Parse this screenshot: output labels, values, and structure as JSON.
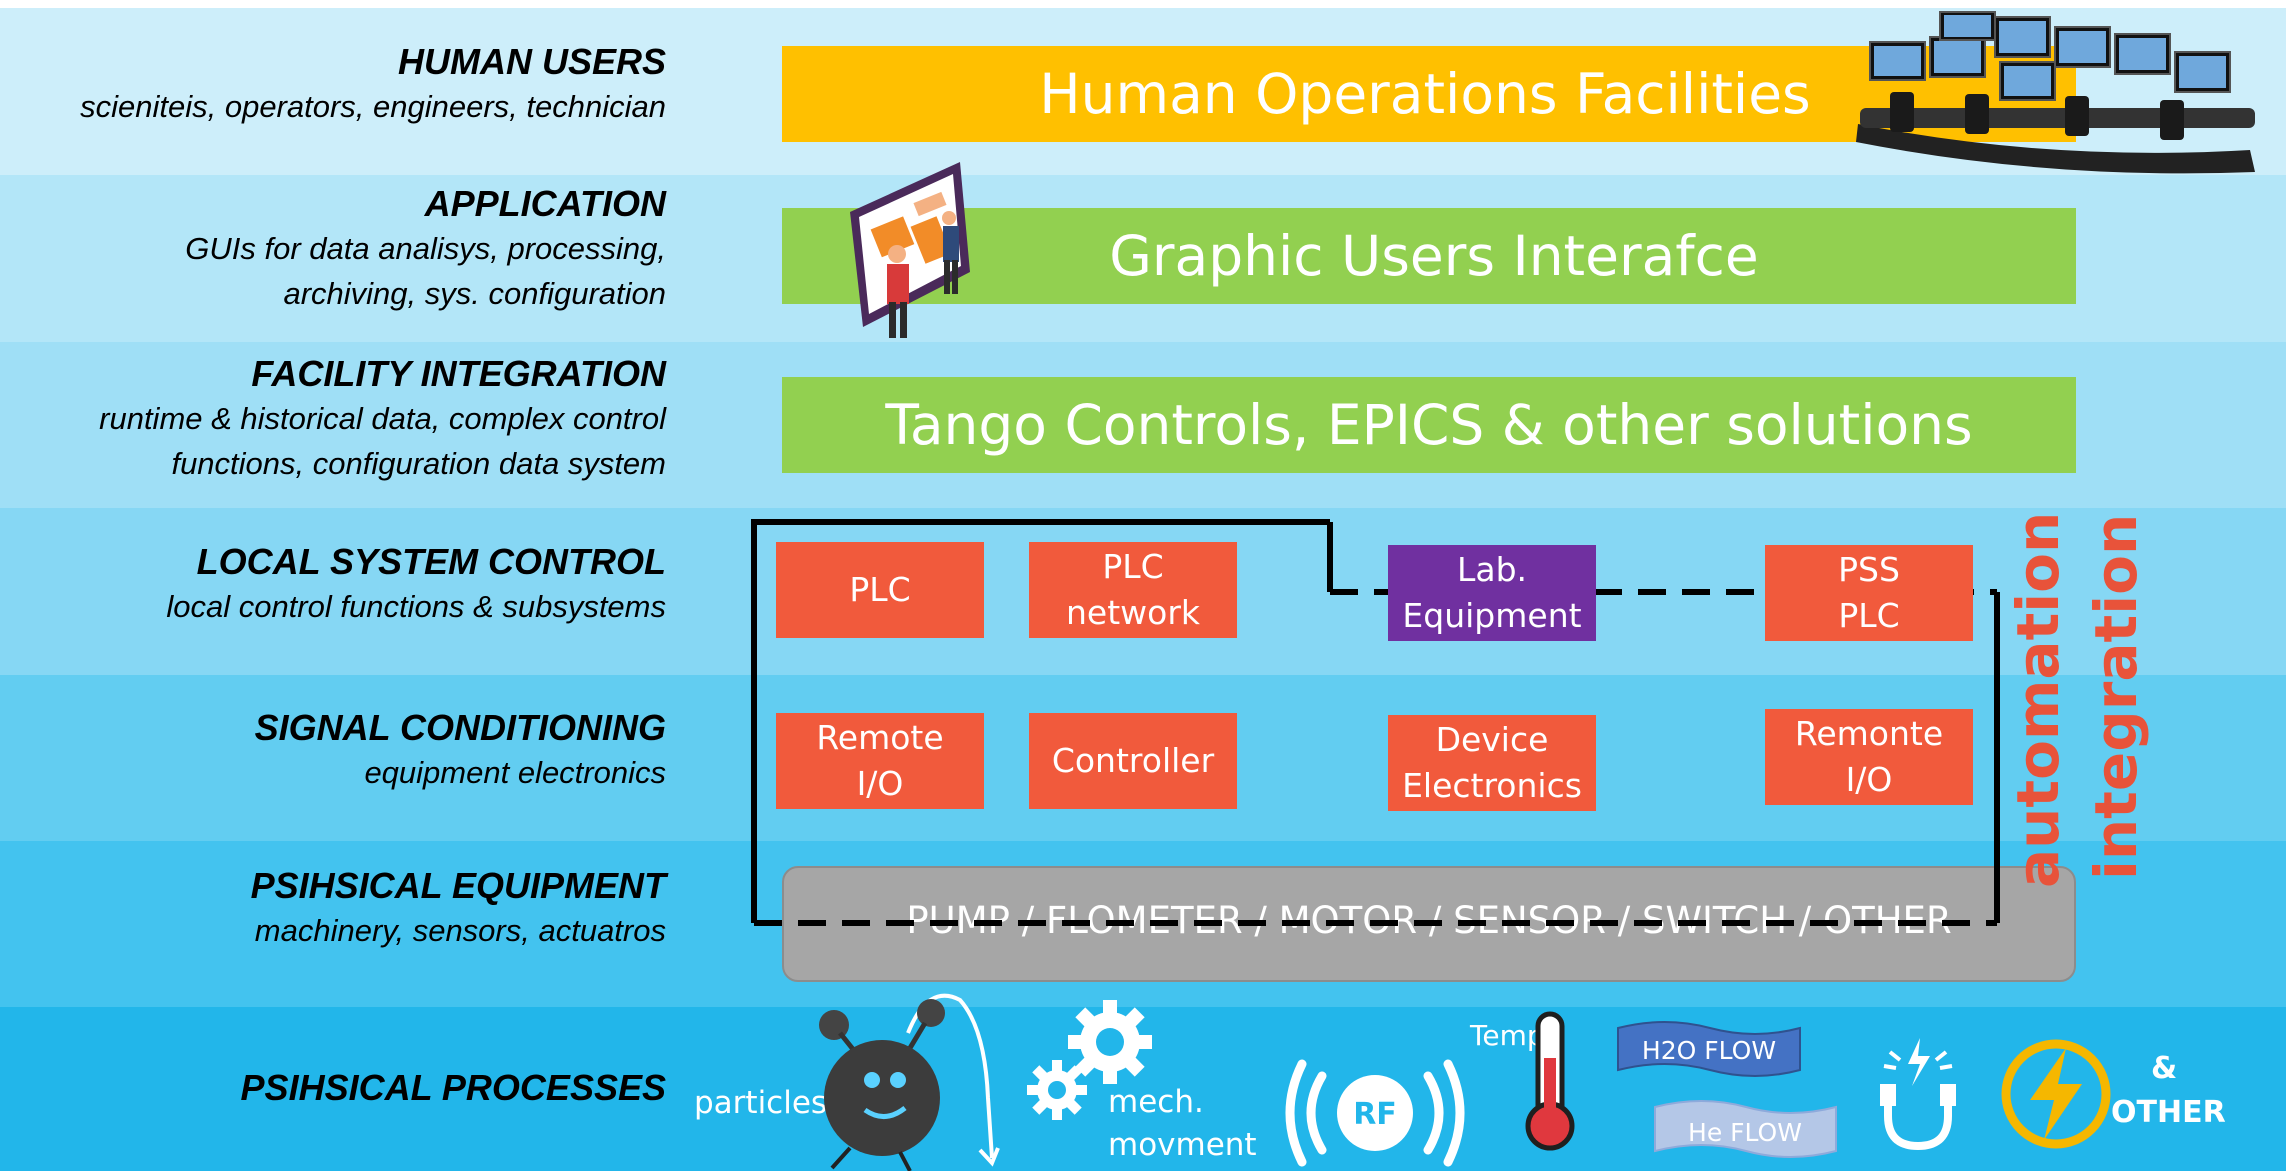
{
  "layers": [
    {
      "title": "HUMAN USERS",
      "subtitle": [
        "scieniteis, operators, engineers, technician"
      ]
    },
    {
      "title": "APPLICATION",
      "subtitle": [
        "GUIs for data analisys, processing,",
        "archiving, sys. configuration"
      ]
    },
    {
      "title": "FACILITY INTEGRATION",
      "subtitle": [
        "runtime & historical data, complex control",
        "functions, configuration data system"
      ]
    },
    {
      "title": "LOCAL SYSTEM CONTROL",
      "subtitle": [
        "local control functions & subsystems"
      ]
    },
    {
      "title": "SIGNAL CONDITIONING",
      "subtitle": [
        "equipment electronics"
      ]
    },
    {
      "title": "PSIHSICAL EQUIPMENT",
      "subtitle": [
        "machinery, sensors, actuatros"
      ]
    },
    {
      "title": "PSIHSICAL PROCESSES",
      "subtitle": []
    }
  ],
  "bars": {
    "human": "Human Operations Facilities",
    "gui": "Graphic Users Interafce",
    "facility": "Tango Controls, EPICS & other solutions",
    "equipment": "PUMP / FLOMETER / MOTOR / SENSOR / SWITCH / OTHER"
  },
  "boxes": {
    "plc": "PLC",
    "plc_network": "PLC\nnetwork",
    "lab_equipment": "Lab.\nEquipment",
    "pss_plc": "PSS\nPLC",
    "remote_io": "Remote\nI/O",
    "controller": "Controller",
    "device_electronics": "Device\nElectronics",
    "remonte_io": "Remonte\nI/O"
  },
  "side_labels": {
    "automation": "automation",
    "integration": "integration"
  },
  "processes": {
    "particles": "particles",
    "mech": [
      "mech.",
      "movment"
    ],
    "rf": "RF",
    "temp": "Temp.",
    "h2o": "H2O FLOW",
    "he": "He FLOW",
    "other": [
      "&",
      "OTHER"
    ]
  },
  "colors": {
    "band_fills": [
      "#cdeefa",
      "#b3e6f8",
      "#9fdff6",
      "#86d7f4",
      "#62cdf1",
      "#43c3ef",
      "#22b6ea"
    ],
    "orange_bar": "#ffc000",
    "green_bar": "#92d050",
    "grey_bar": "#a6a6a6",
    "box_red": "#f15a3c",
    "box_purple": "#7030a0",
    "side_text": "#e8533a"
  },
  "icons": [
    "control-room-image",
    "gui-person-icon",
    "particle-creature-icon",
    "gears-icon",
    "rf-icon",
    "thermometer-icon",
    "h2o-flow-banner",
    "he-flow-banner",
    "magnet-icon",
    "lightning-icon"
  ]
}
